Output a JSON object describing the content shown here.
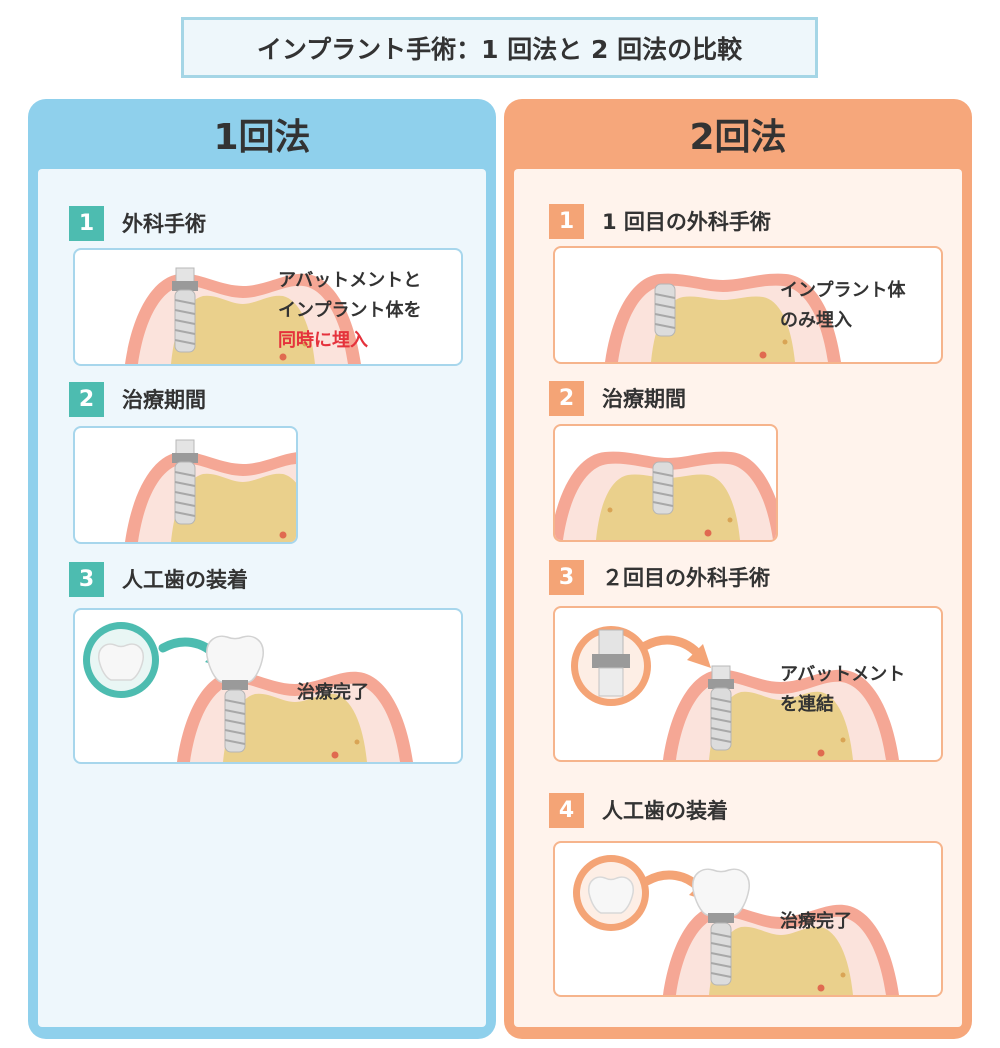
{
  "title": "インプラント手術：1 回法と 2 回法の比較",
  "colors": {
    "teal": "#4dbcb0",
    "orange": "#f4a476",
    "blue_border": "#8fd0ec",
    "orange_border": "#f6a77b",
    "highlight_red": "#e5323c"
  },
  "one_stage": {
    "heading": "1回法",
    "steps": [
      {
        "num": "1",
        "label": "外科手術",
        "desc_lines": [
          "アバットメントと",
          "インプラント体を"
        ],
        "desc_highlight": "同時に埋入"
      },
      {
        "num": "2",
        "label": "治療期間"
      },
      {
        "num": "3",
        "label": "人工歯の装着",
        "desc": "治療完了"
      }
    ]
  },
  "two_stage": {
    "heading": "2回法",
    "steps": [
      {
        "num": "1",
        "label": "1 回目の外科手術",
        "desc_lines": [
          "インプラント体",
          "のみ埋入"
        ]
      },
      {
        "num": "2",
        "label": "治療期間"
      },
      {
        "num": "3",
        "label": "２回目の外科手術",
        "desc_lines": [
          "アバットメント",
          "を連結"
        ]
      },
      {
        "num": "4",
        "label": "人工歯の装着",
        "desc": "治療完了"
      }
    ]
  }
}
